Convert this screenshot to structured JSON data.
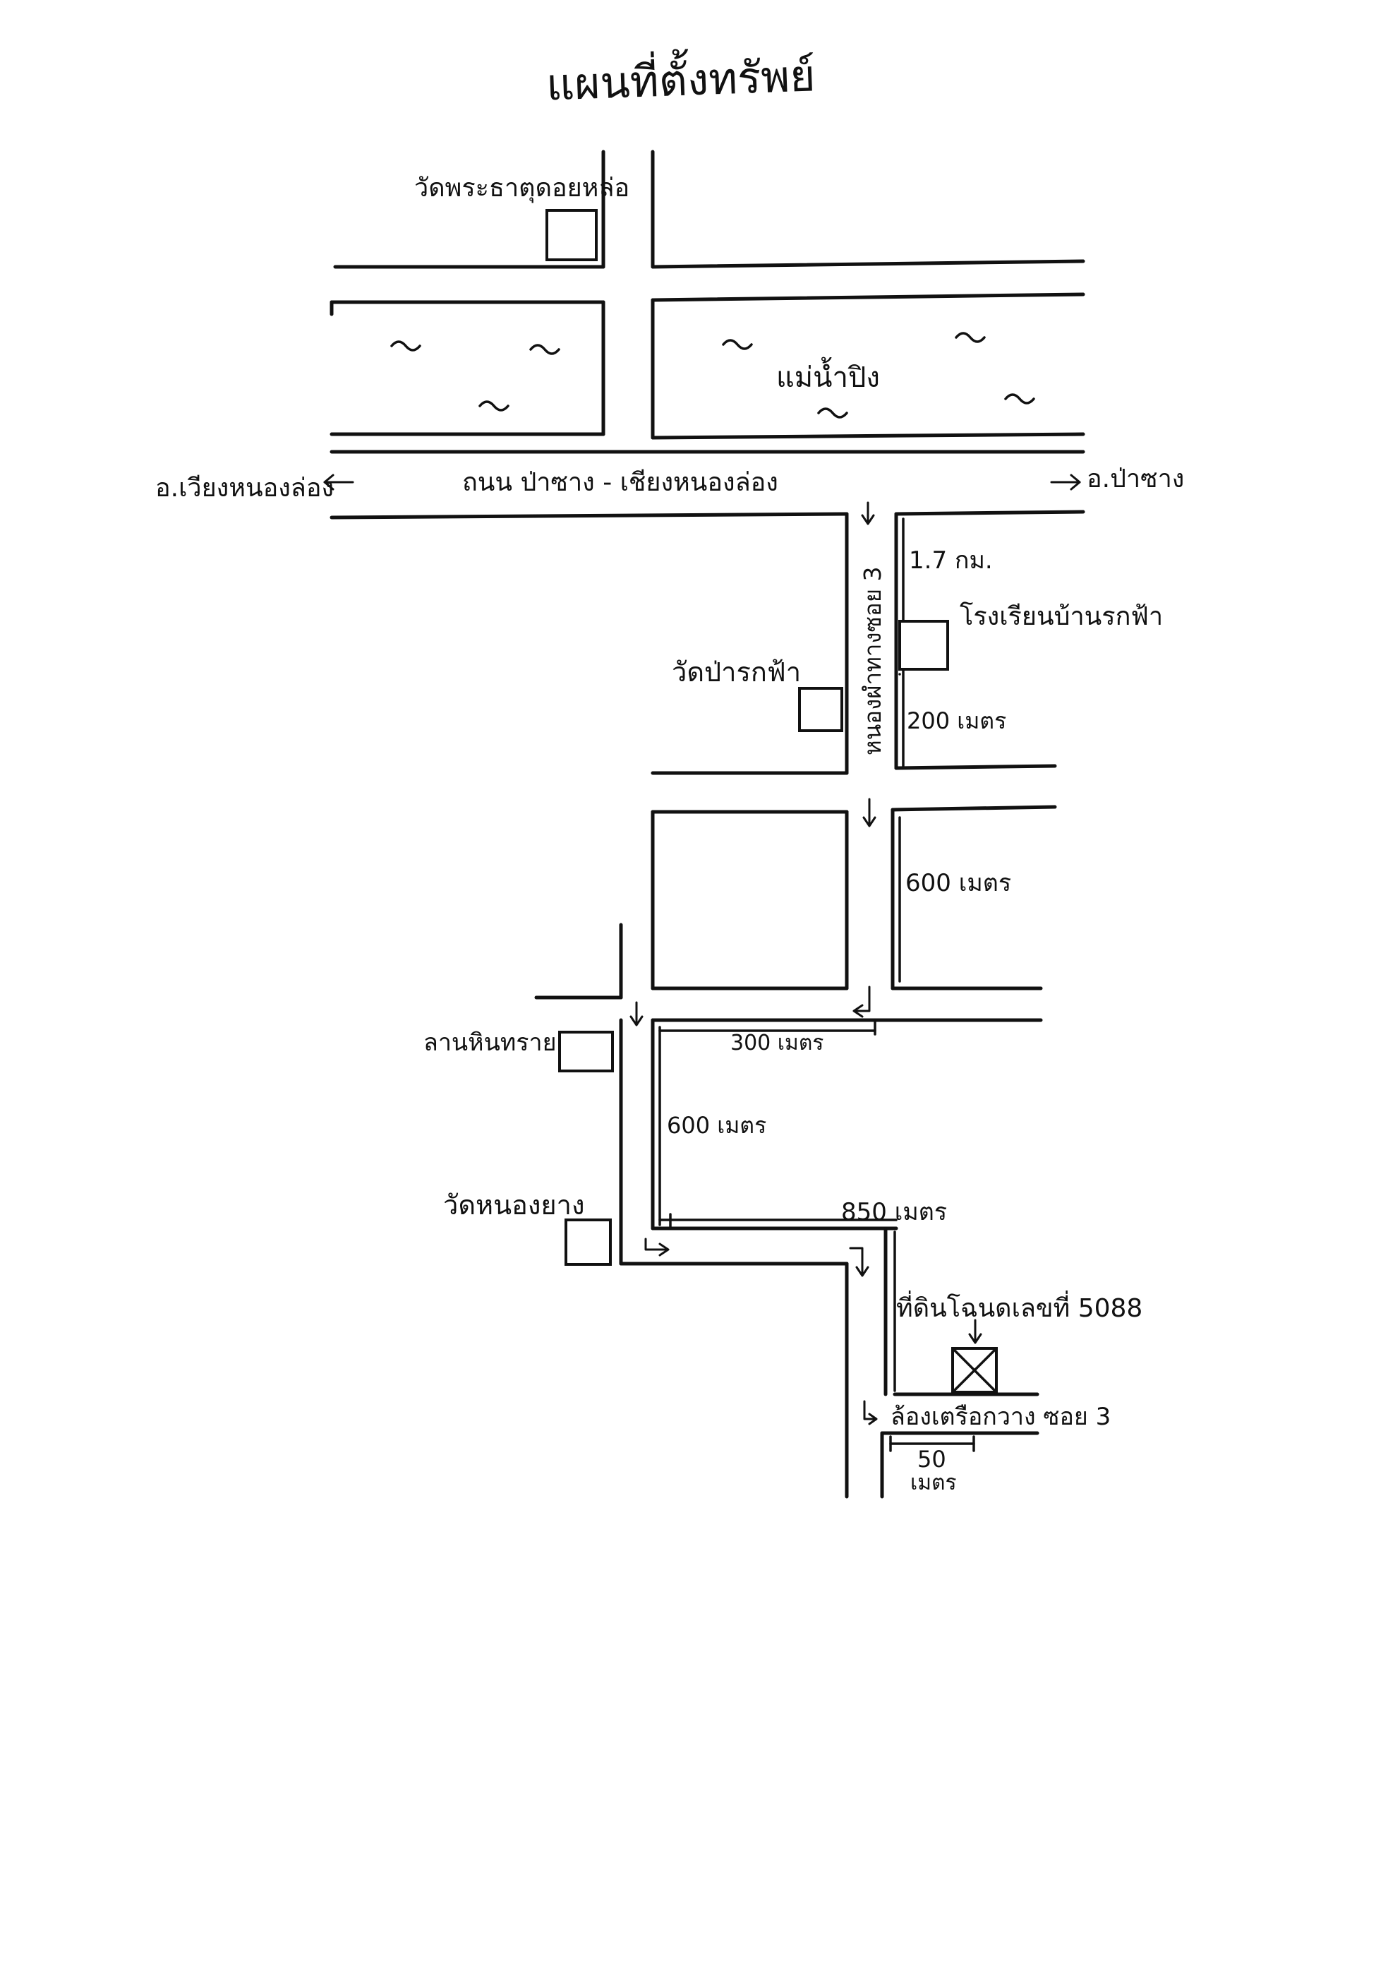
{
  "title": "แผนที่ตั้งทรัพย์",
  "river_label": "แม่น้ำปิง",
  "main_road_label": "ถนน ป่าซาง - เชียงหนองล่อง",
  "left_destination": "อ.เวียงหนองล่อง",
  "right_destination": "อ.ป่าซาง",
  "side_road_label": "หนองผำทางซอย 3",
  "landmarks": {
    "temple_top": "วัดพระธาตุดอยหล่อ",
    "temple_parakfa": "วัดป่ารกฟ้า",
    "school": "โรงเรียนบ้านรกฟ้า",
    "land_office": "ลานหินทราย",
    "temple_nongyao": "วัดหนองยาง",
    "plot": "ที่ดินโฉนดเลขที่ 5088",
    "lane": "ล้องเตรือกวาง ซอย 3"
  },
  "distances": {
    "d1": "1.7 กม.",
    "d2": "200 เมตร",
    "d3": "600 เมตร",
    "d4": "300 เมตร",
    "d5": "600 เมตร",
    "d6": "850 เมตร",
    "d7_num": "50",
    "d7_unit": "เมตร"
  },
  "icons": {
    "plot_marker": "boxed-x-icon",
    "landmark": "square-building-icon",
    "water": "tilde-wave-icon",
    "direction": "arrow-icon"
  }
}
